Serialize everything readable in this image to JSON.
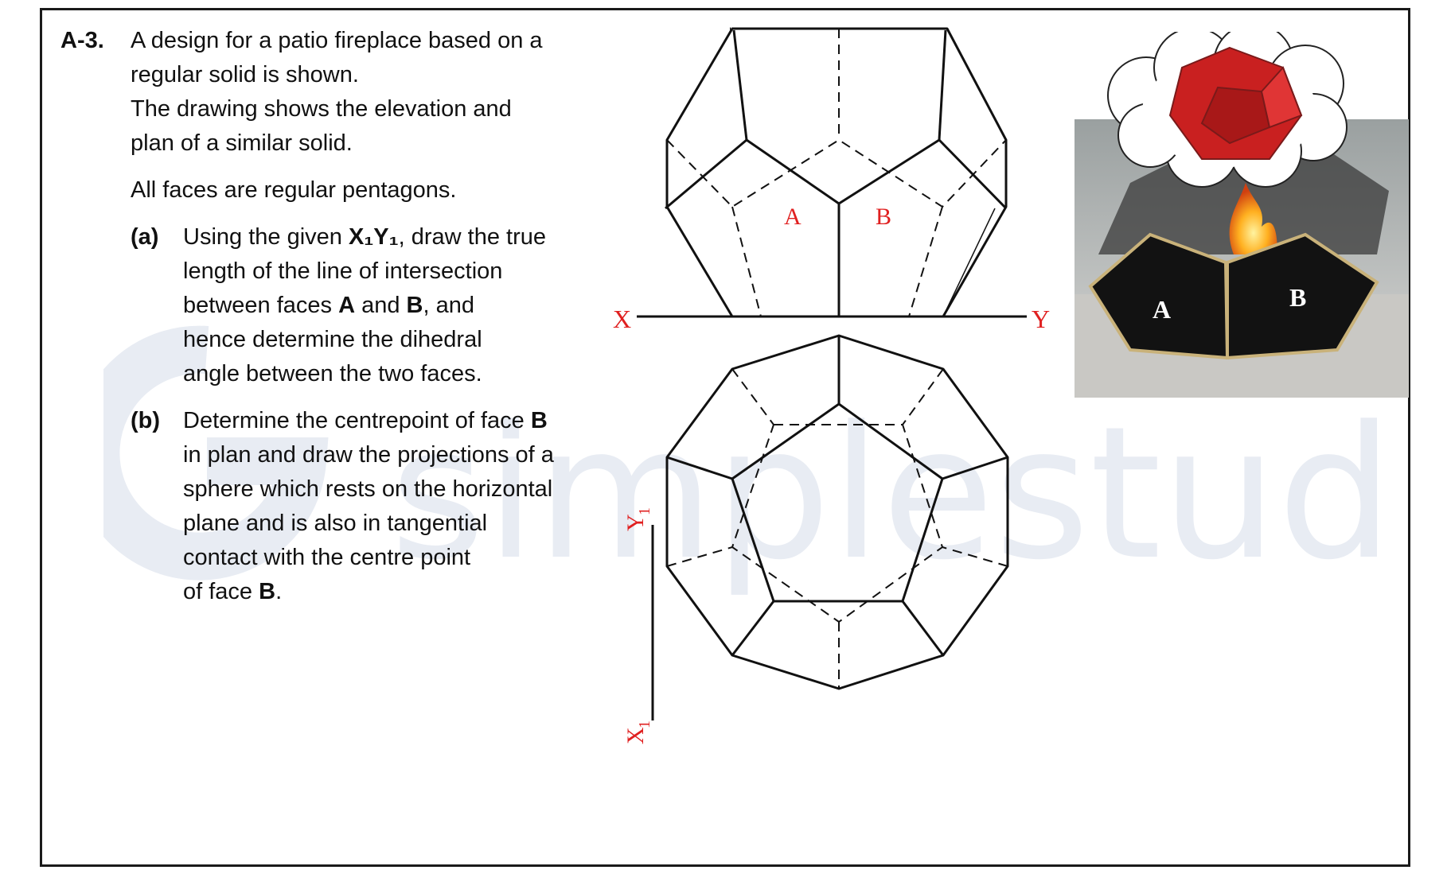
{
  "question": {
    "number": "A-3.",
    "intro_line1": "A design for a patio fireplace based on a",
    "intro_line2": "regular solid is shown.",
    "intro_line3": "The drawing shows the elevation and",
    "intro_line4": "plan of a similar solid.",
    "faces_note": "All faces are regular pentagons.",
    "part_a": {
      "label": "(a)",
      "line1_pre": "Using the given ",
      "line1_bold": "X₁Y₁",
      "line1_post": ", draw the true",
      "line2": "length of the line of intersection",
      "line3_pre": "between faces ",
      "line3_bold1": "A",
      "line3_mid": " and ",
      "line3_bold2": "B",
      "line3_post": ", and",
      "line4": "hence determine the dihedral",
      "line5": "angle between the two faces."
    },
    "part_b": {
      "label": "(b)",
      "line1_pre": "Determine the centrepoint of face ",
      "line1_bold": "B",
      "line2": "in plan and draw the projections of a",
      "line3": "sphere which rests on the horizontal",
      "line4": "plane and is also in tangential",
      "line5": "contact with the centre point",
      "line6_pre": "of face ",
      "line6_bold": "B",
      "line6_post": "."
    }
  },
  "drawing": {
    "face_a": "A",
    "face_b": "B",
    "x": "X",
    "y": "Y",
    "x1": "X",
    "y1": "Y",
    "subscript": "1"
  },
  "photo": {
    "face_a": "A",
    "face_b": "B"
  },
  "watermark": "simplestudy",
  "colors": {
    "label_red": "#e02020",
    "line": "#111111",
    "watermark": "#e8ecf3"
  }
}
